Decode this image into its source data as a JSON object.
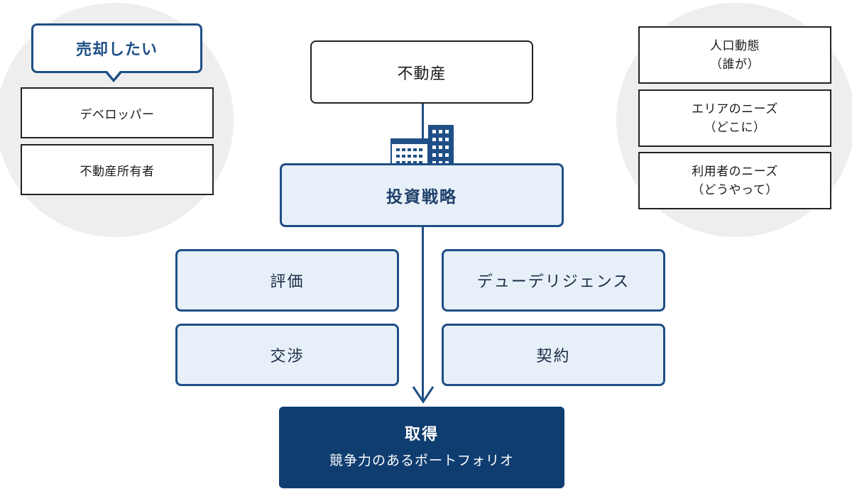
{
  "left_panel": {
    "bubble_label": "売却したい",
    "items": [
      "デベロッパー",
      "不動産所有者"
    ]
  },
  "right_panel": {
    "items": [
      {
        "line1": "人口動態",
        "line2": "（誰が）"
      },
      {
        "line1": "エリアのニーズ",
        "line2": "（どこに）"
      },
      {
        "line1": "利用者のニーズ",
        "line2": "（どうやって）"
      }
    ]
  },
  "flow": {
    "top": "不動産",
    "strategy": "投資戦略",
    "steps": [
      "評価",
      "デューデリジェンス",
      "交渉",
      "契約"
    ],
    "result_title": "取得",
    "result_subtitle": "競争力のあるポートフォリオ"
  },
  "icons": {
    "buildings": "buildings-icon",
    "arrow": "arrow-down-icon"
  },
  "colors": {
    "primary": "#1f4f86",
    "dark": "#0f3d70",
    "light_fill": "#e7f0f9",
    "circle_bg": "#eeeeee"
  }
}
